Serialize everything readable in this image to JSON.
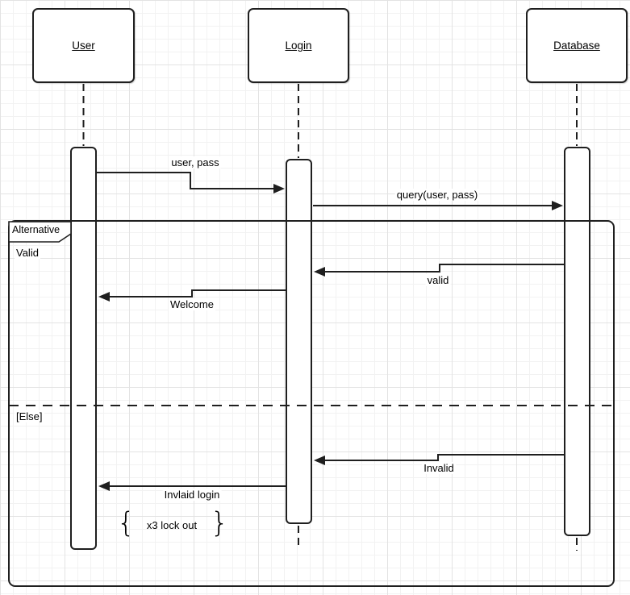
{
  "diagram_type": "uml-sequence",
  "actors": [
    {
      "id": "user",
      "label": "User"
    },
    {
      "id": "login",
      "label": "Login"
    },
    {
      "id": "database",
      "label": "Database"
    }
  ],
  "frame": {
    "operator_label": "Alternative",
    "guards": {
      "valid": "Valid",
      "else": "[Else]"
    }
  },
  "messages": [
    {
      "label": "user, pass",
      "from": "User",
      "to": "Login",
      "direction": "right"
    },
    {
      "label": "query(user, pass)",
      "from": "Login",
      "to": "Database",
      "direction": "right"
    },
    {
      "label": "valid",
      "from": "Database",
      "to": "Login",
      "direction": "left"
    },
    {
      "label": "Welcome",
      "from": "Login",
      "to": "User",
      "direction": "left"
    },
    {
      "label": "Invalid",
      "from": "Database",
      "to": "Login",
      "direction": "left"
    },
    {
      "label": "Invlaid login",
      "from": "Login",
      "to": "User",
      "direction": "left"
    }
  ],
  "annotation": {
    "open_brace": "{",
    "text": "x3 lock out",
    "close_brace": "}"
  },
  "colors": {
    "stroke": "#1f1f1f",
    "fill": "#ffffff",
    "text": "#000000",
    "grid_minor": "#f2f2f2",
    "grid_major": "#e3e3e3"
  }
}
